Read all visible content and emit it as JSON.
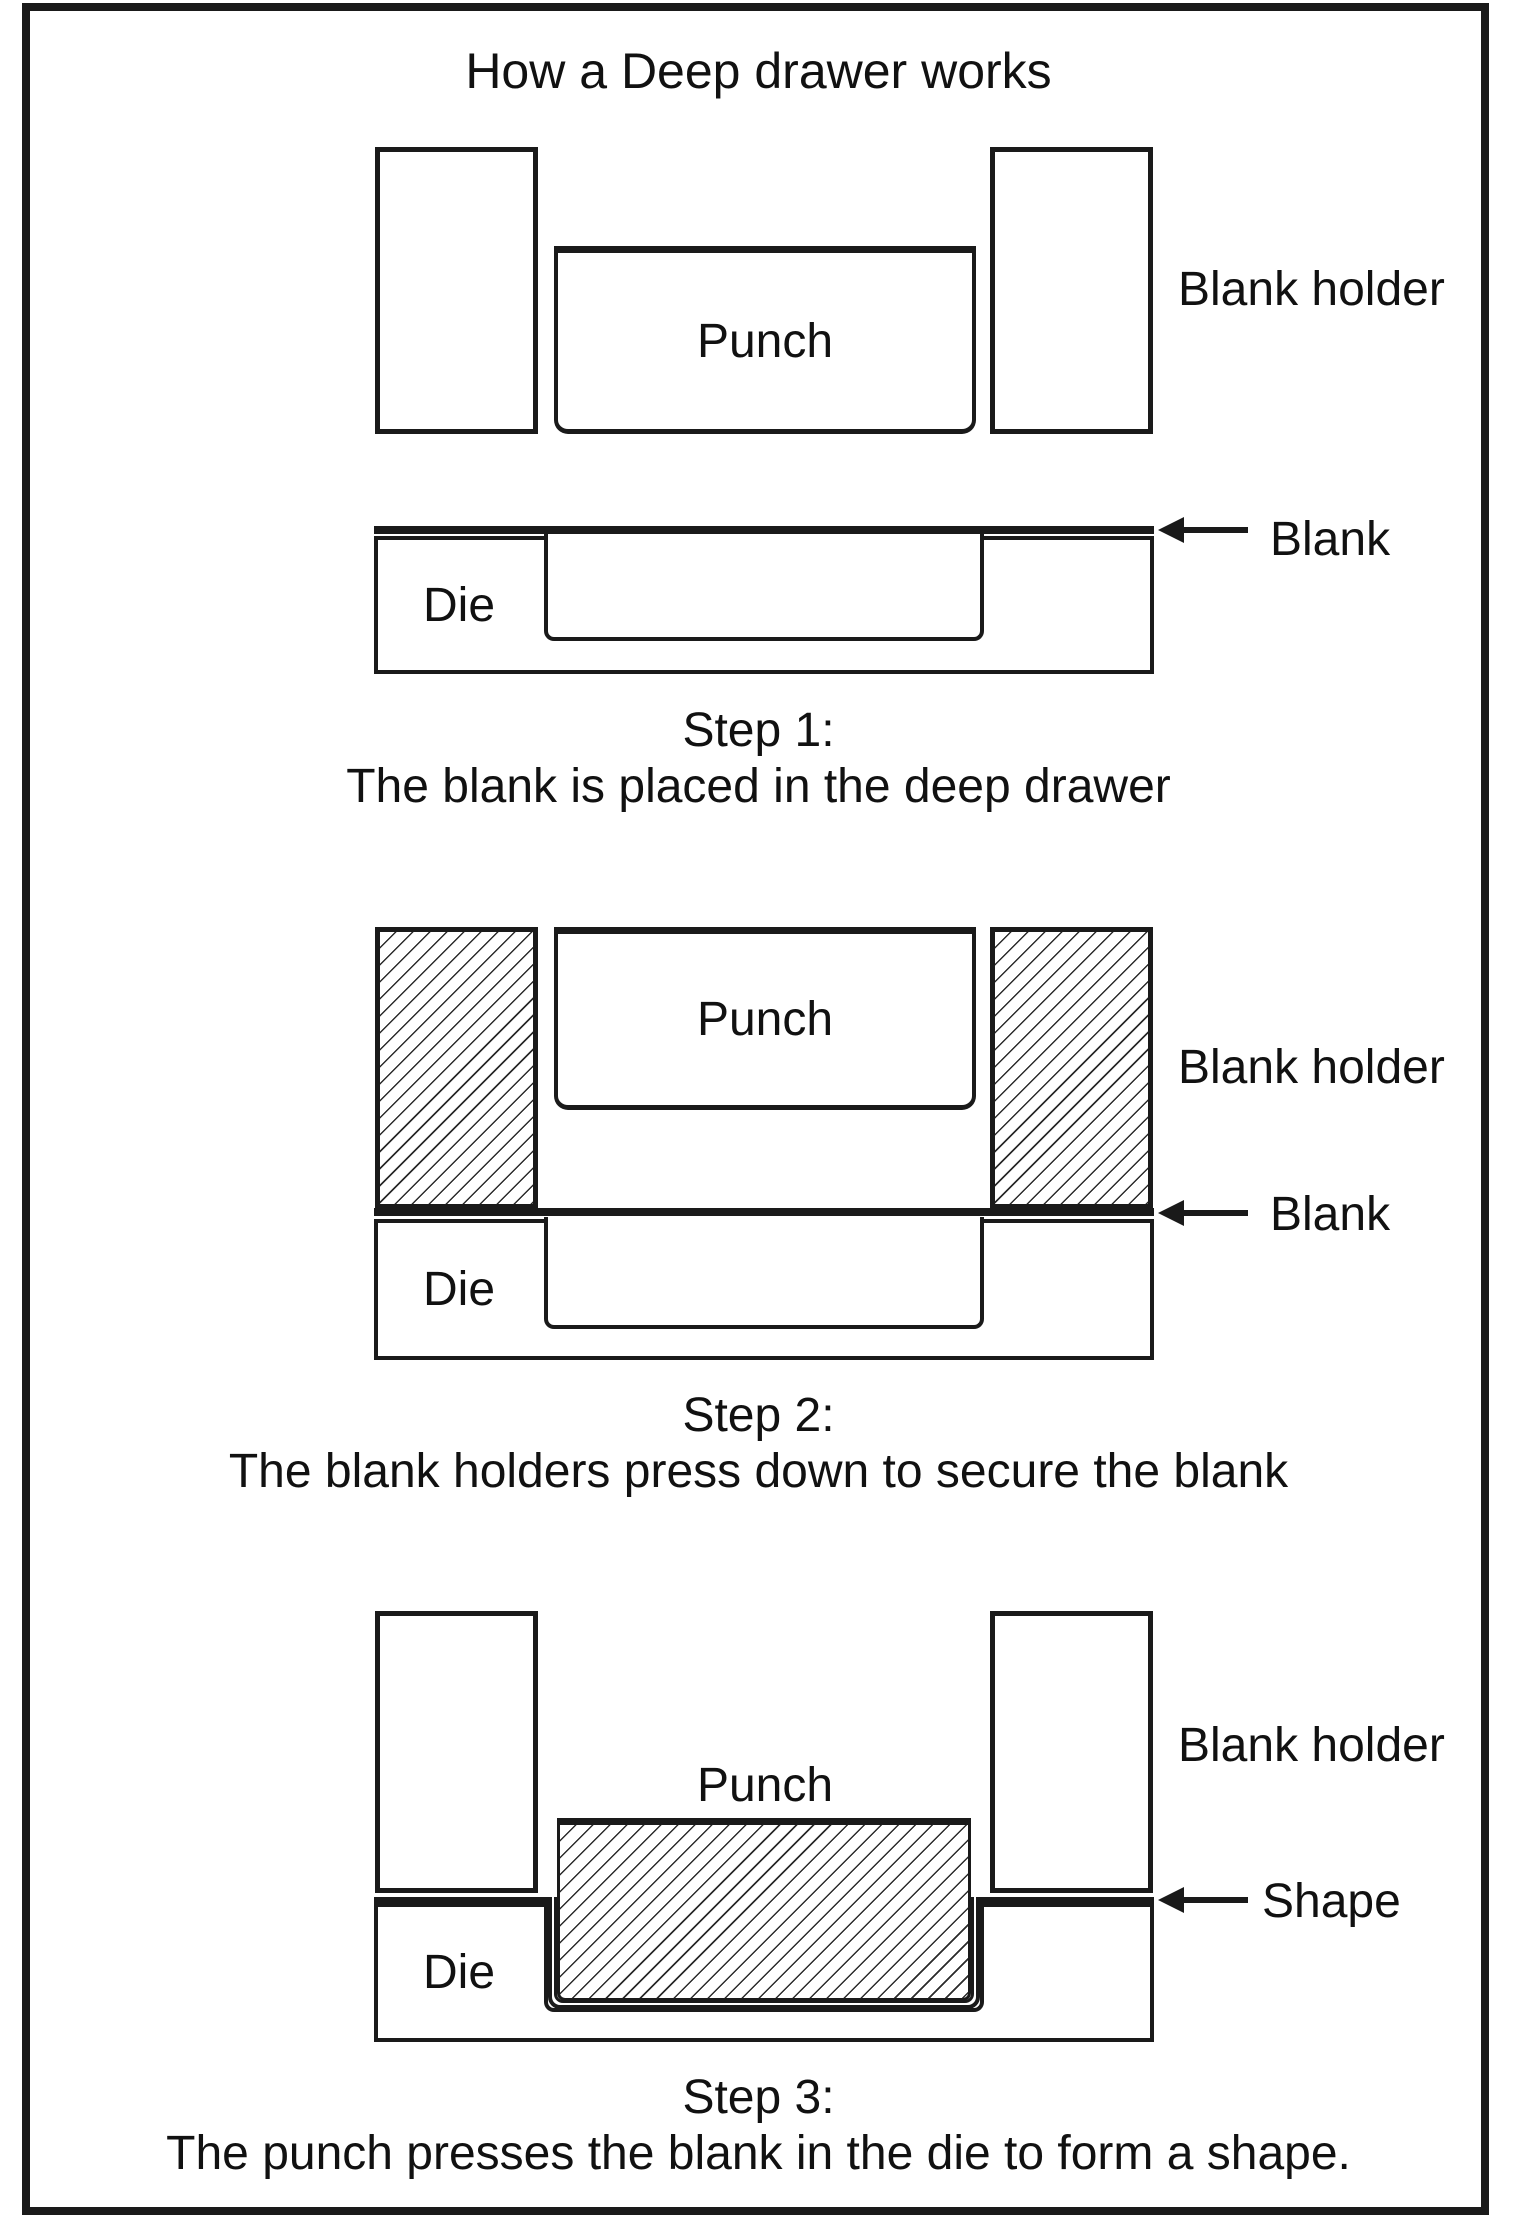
{
  "title": "How a Deep drawer works",
  "colors": {
    "ink": "#1a1a1a",
    "background": "#ffffff"
  },
  "steps": [
    {
      "punch_label": "Punch",
      "die_label": "Die",
      "holder_label": "Blank holder",
      "pointer_label": "Blank",
      "pointer_icon": "arrow-left-icon",
      "caption_title": "Step 1:",
      "caption_text": "The blank is placed in the deep drawer"
    },
    {
      "punch_label": "Punch",
      "die_label": "Die",
      "holder_label": "Blank holder",
      "pointer_label": "Blank",
      "pointer_icon": "arrow-left-icon",
      "caption_title": "Step 2:",
      "caption_text": "The blank holders press down to secure the blank"
    },
    {
      "punch_label": "Punch",
      "die_label": "Die",
      "holder_label": "Blank holder",
      "pointer_label": "Shape",
      "pointer_icon": "arrow-left-icon",
      "caption_title": "Step 3:",
      "caption_text": "The punch presses the blank in the die to form a shape."
    }
  ]
}
